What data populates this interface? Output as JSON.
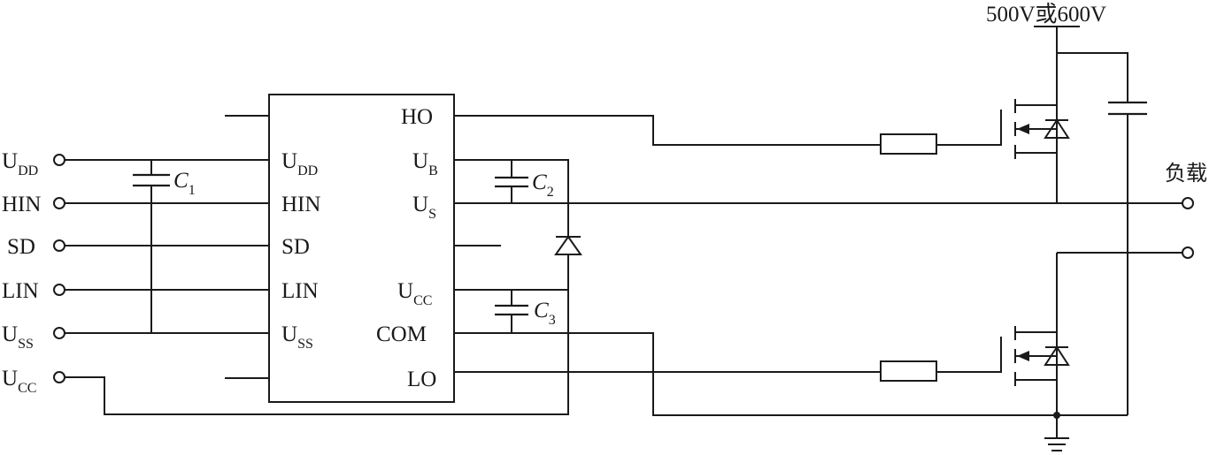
{
  "supply_label": "500V或600V",
  "load_label": "负载",
  "inputs": [
    {
      "main": "U",
      "sub": "DD"
    },
    {
      "main": "HIN",
      "sub": ""
    },
    {
      "main": "SD",
      "sub": ""
    },
    {
      "main": "LIN",
      "sub": ""
    },
    {
      "main": "U",
      "sub": "SS"
    },
    {
      "main": "U",
      "sub": "CC"
    }
  ],
  "ic_left_pins": [
    {
      "main": "U",
      "sub": "DD"
    },
    {
      "main": "HIN",
      "sub": ""
    },
    {
      "main": "SD",
      "sub": ""
    },
    {
      "main": "LIN",
      "sub": ""
    },
    {
      "main": "U",
      "sub": "SS"
    }
  ],
  "ic_right_pins": [
    {
      "main": "HO",
      "sub": ""
    },
    {
      "main": "U",
      "sub": "B"
    },
    {
      "main": "U",
      "sub": "S"
    },
    {
      "main": "U",
      "sub": "CC"
    },
    {
      "main": "COM",
      "sub": ""
    },
    {
      "main": "LO",
      "sub": ""
    }
  ],
  "capacitors": [
    {
      "main": "C",
      "sub": "1"
    },
    {
      "main": "C",
      "sub": "2"
    },
    {
      "main": "C",
      "sub": "3"
    }
  ]
}
